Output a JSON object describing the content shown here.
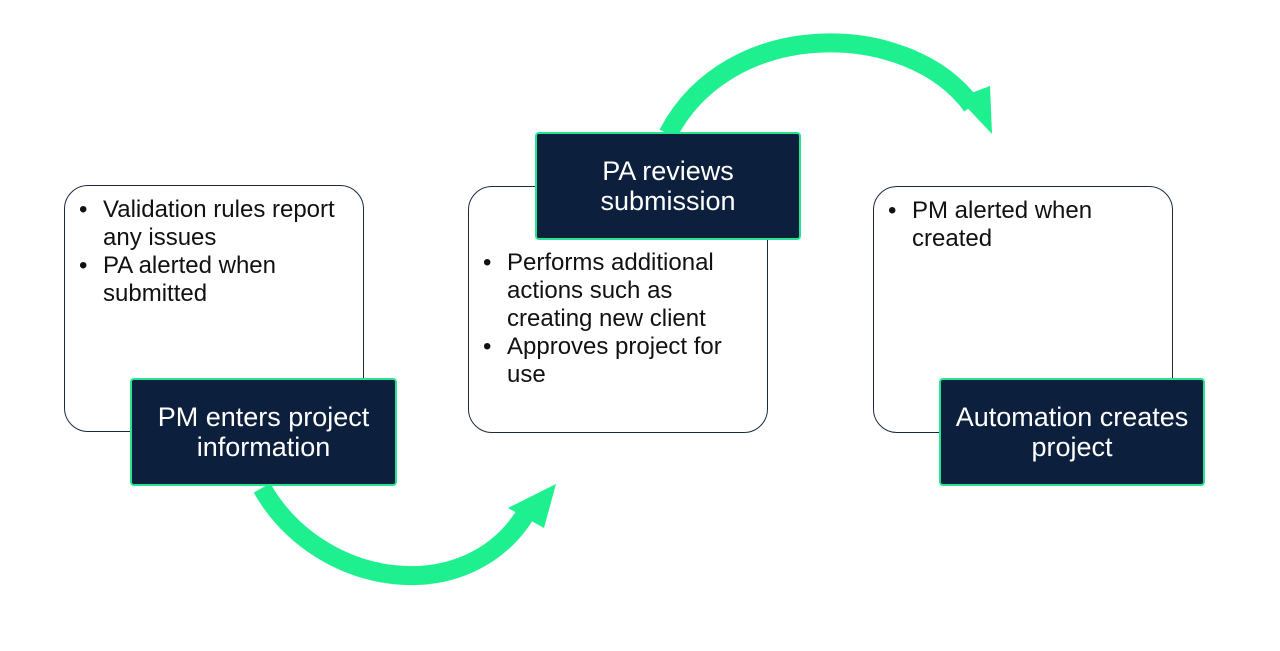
{
  "colors": {
    "label_bg": "#0c1f3c",
    "label_border": "#26e58f",
    "arrow": "#1ef08f",
    "box_border": "#1b2a44"
  },
  "steps": [
    {
      "title": "PM enters project information",
      "bullets": [
        "Validation rules report any issues",
        "PA alerted when submitted"
      ]
    },
    {
      "title": "PA reviews submission",
      "bullets": [
        "Performs additional actions such as creating new client",
        "Approves project for use"
      ]
    },
    {
      "title": "Automation creates project",
      "bullets": [
        "PM alerted when created"
      ]
    }
  ]
}
